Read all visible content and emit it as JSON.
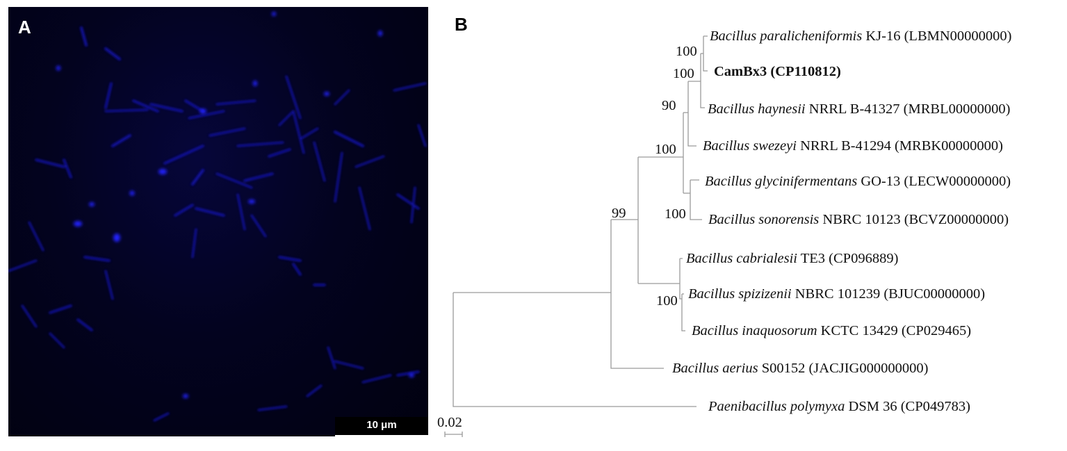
{
  "panel_a": {
    "label": "A",
    "image": "fluorescence-micrograph-blue-rod-shaped-bacteria",
    "scale_bar": "10 μm",
    "background_color": "#02021a",
    "cell_color": "#1a1aff"
  },
  "panel_b": {
    "label": "B",
    "tree_type": "phylogenetic-tree",
    "line_color": "#9a9a9a",
    "scale_label": "0.02",
    "leaves": [
      {
        "species": "Bacillus paralicheniformis",
        "strain": "KJ-16 (LBMN00000000)",
        "bold": false
      },
      {
        "species": "",
        "strain": "CamBx3 (CP110812)",
        "bold": true
      },
      {
        "species": "Bacillus haynesii",
        "strain": "NRRL B-41327 (MRBL00000000)",
        "bold": false
      },
      {
        "species": "Bacillus swezeyi",
        "strain": "NRRL B-41294 (MRBK00000000)",
        "bold": false
      },
      {
        "species": "Bacillus glycinifermentans",
        "strain": "GO-13 (LECW00000000)",
        "bold": false
      },
      {
        "species": "Bacillus sonorensis",
        "strain": "NBRC 10123 (BCVZ00000000)",
        "bold": false
      },
      {
        "species": "Bacillus cabrialesii",
        "strain": "TE3 (CP096889)",
        "bold": false
      },
      {
        "species": "Bacillus spizizenii",
        "strain": "NBRC 101239 (BJUC00000000)",
        "bold": false
      },
      {
        "species": "Bacillus inaquosorum",
        "strain": "KCTC 13429 (CP029465)",
        "bold": false
      },
      {
        "species": "Bacillus aerius",
        "strain": "S00152 (JACJIG000000000)",
        "bold": false
      },
      {
        "species": "Paenibacillus polymyxa",
        "strain": "DSM 36 (CP049783)",
        "bold": false
      }
    ],
    "bootstrap": [
      "100",
      "100",
      "90",
      "100",
      "100",
      "99",
      "100"
    ]
  }
}
